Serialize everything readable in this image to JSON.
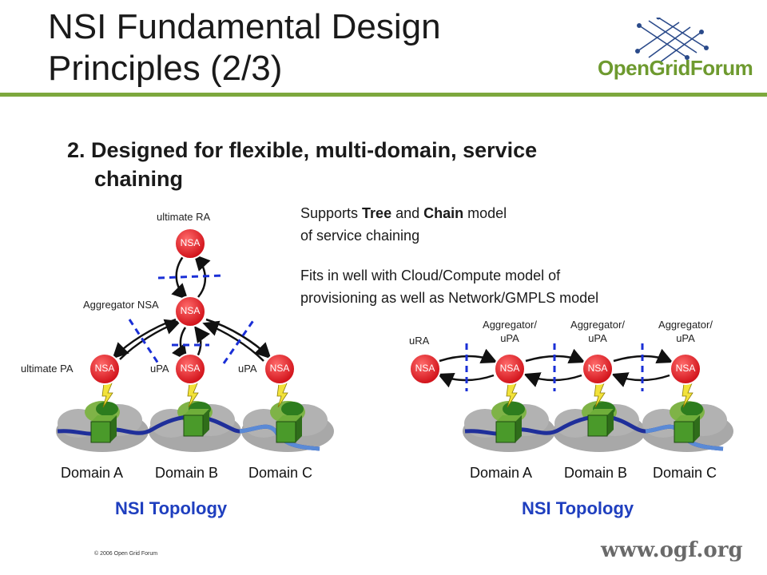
{
  "title": {
    "line1": "NSI Fundamental Design",
    "line2": "Principles (2/3)"
  },
  "logo": {
    "text": "OpenGridForum"
  },
  "subtitle": {
    "line1": "2. Designed for flexible, multi-domain, service",
    "line2": "chaining"
  },
  "para1": {
    "pre": "Supports ",
    "b1": "Tree",
    "mid": " and ",
    "b2": "Chain",
    "post": " model",
    "line2": "of service chaining"
  },
  "para2": {
    "line1": "Fits in well with Cloud/Compute model of",
    "line2": "provisioning as well as Network/GMPLS model"
  },
  "tree": {
    "ultimate_ra": "ultimate RA",
    "aggregator_nsa": "Aggregator NSA",
    "ultimate_pa": "ultimate PA",
    "upa_b": "uPA",
    "upa_c": "uPA",
    "nsa": "NSA",
    "domains": [
      "Domain A",
      "Domain B",
      "Domain C"
    ],
    "caption": "NSI Topology"
  },
  "chain": {
    "ura": "uRA",
    "agg_labels": [
      {
        "l1": "Aggregator/",
        "l2": "uPA"
      },
      {
        "l1": "Aggregator/",
        "l2": "uPA"
      },
      {
        "l1": "Aggregator/",
        "l2": "uPA"
      }
    ],
    "nsa": "NSA",
    "domains": [
      "Domain A",
      "Domain B",
      "Domain C"
    ],
    "caption": "NSI Topology"
  },
  "footer": {
    "copyright": "© 2006 Open Grid Forum",
    "url": "www.ogf.org"
  },
  "colors": {
    "accent_green": "#7da83d",
    "nsa_red": "#e0202a",
    "topology_blue": "#1f3fbf",
    "dash_blue": "#1a2fd6"
  }
}
